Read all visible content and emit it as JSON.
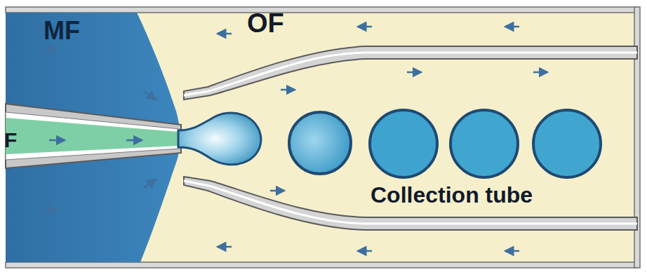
{
  "diagram": {
    "labels": [
      "MF",
      "OF",
      "F",
      "Collection tube"
    ]
  }
}
